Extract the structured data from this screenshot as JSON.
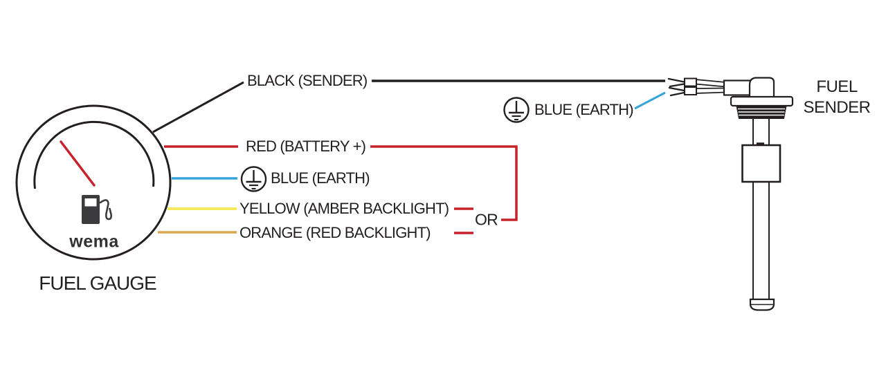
{
  "colors": {
    "line": "#231f20",
    "red": "#c7222a",
    "blue": "#36a5dd",
    "yellow": "#f2e95c",
    "orange": "#d9a84e",
    "pump": "#3b3b3d",
    "text": "#231f20"
  },
  "gauge": {
    "brand": "wema",
    "caption": "FUEL GAUGE"
  },
  "wires": {
    "black_sender": "BLACK (SENDER)",
    "red_battery": "RED (BATTERY +)",
    "blue_earth": "BLUE (EARTH)",
    "yellow_backlight": "YELLOW (AMBER BACKLIGHT)",
    "orange_backlight": "ORANGE (RED BACKLIGHT)",
    "or_connector": "OR"
  },
  "sender": {
    "blue_earth": "BLUE (EARTH)",
    "caption": "FUEL SENDER"
  }
}
